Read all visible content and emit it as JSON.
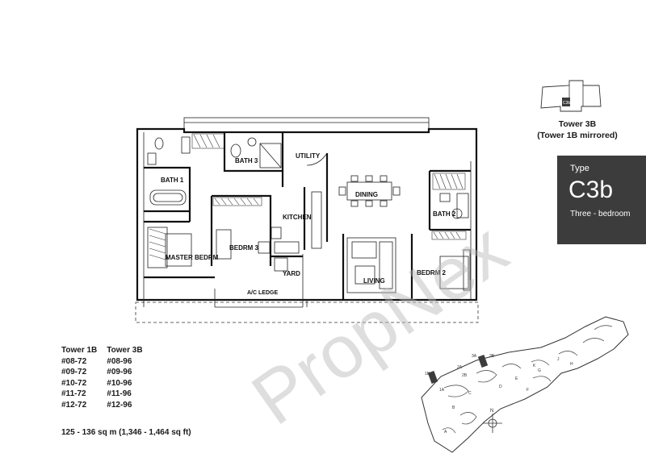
{
  "plan": {
    "rooms": {
      "bath1": "BATH 1",
      "bath3": "BATH 3",
      "utility": "UTILITY",
      "dining": "DINING",
      "kitchen": "KITCHEN",
      "bath2": "BATH 2",
      "master": "MASTER BEDRM",
      "bedrm3": "BEDRM 3",
      "yard": "YARD",
      "living": "LIVING",
      "bedrm2": "BEDRM 2",
      "ac_ledge": "A/C LEDGE"
    }
  },
  "tower": {
    "name": "Tower 3B",
    "mirrored": "(Tower 1B mirrored)",
    "key_label": "C3b"
  },
  "type_box": {
    "label": "Type",
    "code": "C3b",
    "desc": "Three - bedroom"
  },
  "units": {
    "col1": {
      "header": "Tower 1B",
      "items": [
        "#08-72",
        "#09-72",
        "#10-72",
        "#11-72",
        "#12-72"
      ]
    },
    "col2": {
      "header": "Tower 3B",
      "items": [
        "#08-96",
        "#09-96",
        "#10-96",
        "#11-96",
        "#12-96"
      ]
    }
  },
  "area": "125 - 136 sq m (1,346 - 1,464 sq ft)",
  "site_plan": {
    "north": "N",
    "labels": [
      "1B",
      "3B",
      "1A",
      "2A",
      "2B",
      "3A",
      "A",
      "B",
      "C",
      "D",
      "E",
      "F",
      "G",
      "H",
      "J",
      "K"
    ]
  },
  "watermark": "PropNex"
}
